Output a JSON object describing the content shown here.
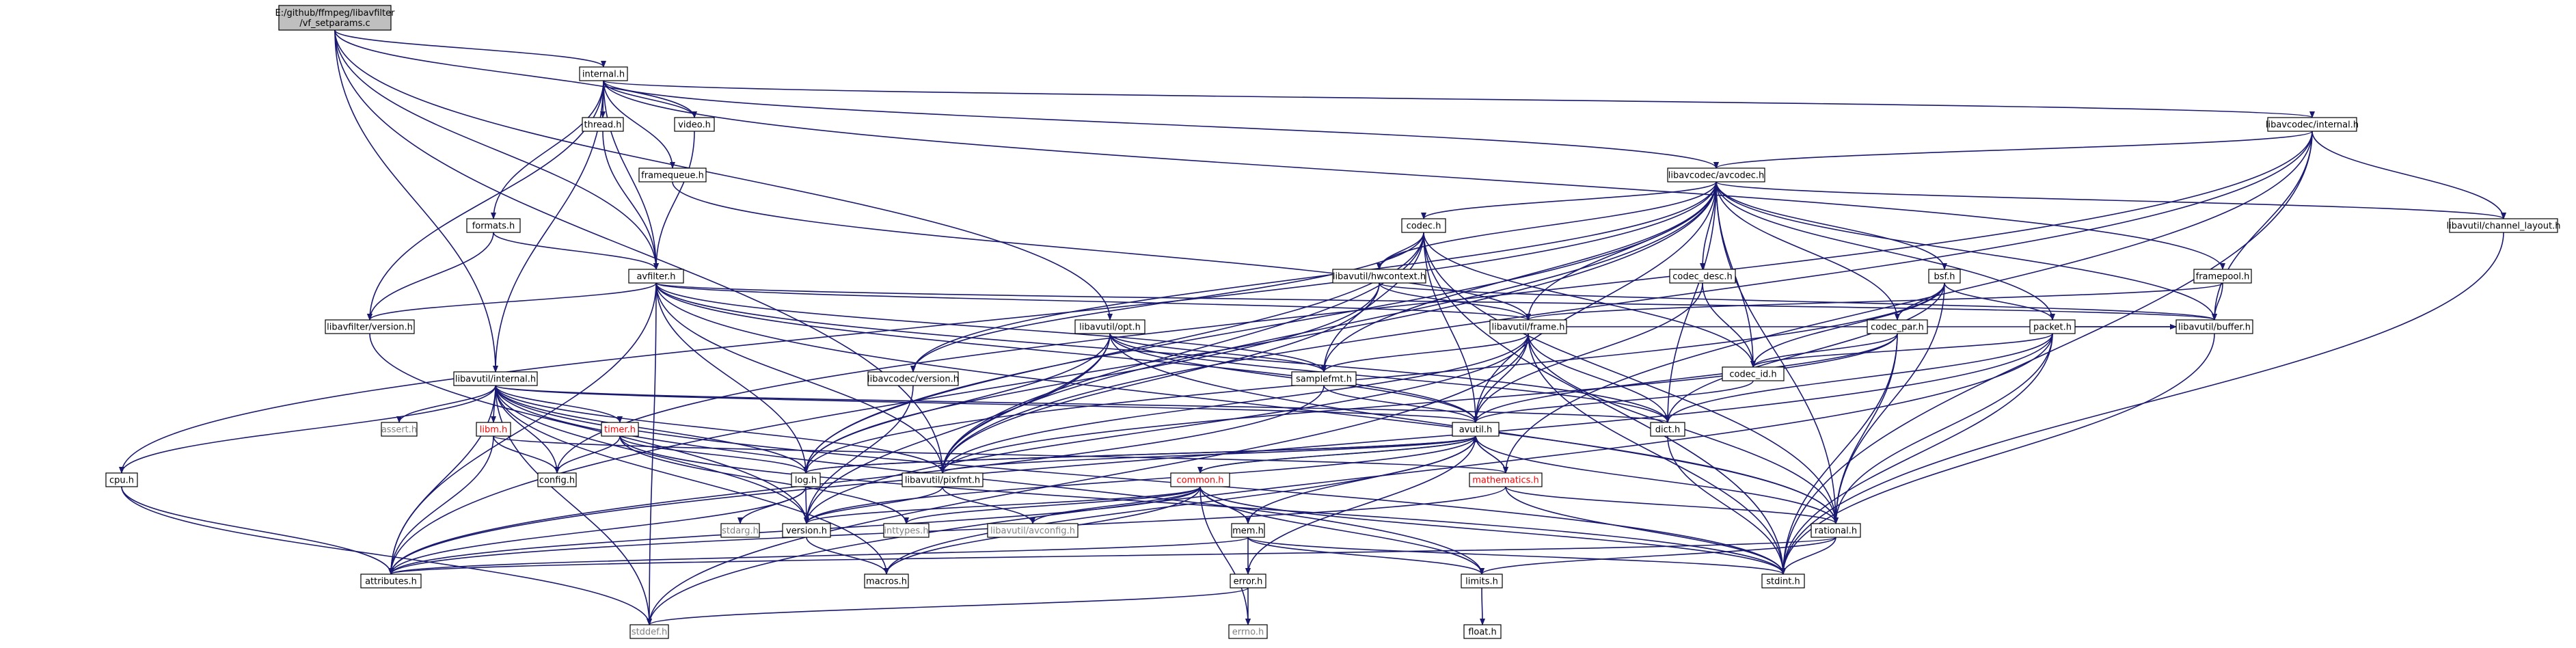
{
  "graph": {
    "colors": {
      "background": "#ffffff",
      "edge": "#191970",
      "edge_alt": "#006400",
      "root_fill": "#bfbfbf",
      "node_fill": "#ffffff",
      "node_text": "#000000",
      "node_border": "#000000",
      "red_text": "#ff0000",
      "grey_text": "#808080",
      "grey_border": "#bfbfbf"
    },
    "root": {
      "line1": "E:/github/ffmpeg/libavfilter",
      "line2": "/vf_setparams.c"
    },
    "nodes": [
      {
        "id": "internal_h",
        "label": "internal.h",
        "style": "normal"
      },
      {
        "id": "video_h",
        "label": "video.h",
        "style": "normal"
      },
      {
        "id": "thread_h",
        "label": "thread.h",
        "style": "normal"
      },
      {
        "id": "framequeue_h",
        "label": "framequeue.h",
        "style": "normal"
      },
      {
        "id": "formats_h",
        "label": "formats.h",
        "style": "normal"
      },
      {
        "id": "avfilter_h",
        "label": "avfilter.h",
        "style": "normal"
      },
      {
        "id": "lavfi_version_h",
        "label": "libavfilter/version.h",
        "style": "normal"
      },
      {
        "id": "lavc_internal_h",
        "label": "libavcodec/internal.h",
        "style": "normal"
      },
      {
        "id": "avcodec_h",
        "label": "libavcodec/avcodec.h",
        "style": "normal"
      },
      {
        "id": "codec_h",
        "label": "codec.h",
        "style": "normal"
      },
      {
        "id": "hwcontext_h",
        "label": "libavutil/hwcontext.h",
        "style": "normal"
      },
      {
        "id": "frame_h",
        "label": "libavutil/frame.h",
        "style": "normal"
      },
      {
        "id": "codec_desc_h",
        "label": "codec_desc.h",
        "style": "normal"
      },
      {
        "id": "bsf_h",
        "label": "bsf.h",
        "style": "normal"
      },
      {
        "id": "codec_par_h",
        "label": "codec_par.h",
        "style": "normal"
      },
      {
        "id": "packet_h",
        "label": "packet.h",
        "style": "normal"
      },
      {
        "id": "framepool_h",
        "label": "framepool.h",
        "style": "normal"
      },
      {
        "id": "chlayout_h",
        "label": "libavutil/channel_layout.h",
        "style": "normal"
      },
      {
        "id": "buffer_h",
        "label": "libavutil/buffer.h",
        "style": "normal"
      },
      {
        "id": "codec_id_h",
        "label": "codec_id.h",
        "style": "normal"
      },
      {
        "id": "opt_h",
        "label": "libavutil/opt.h",
        "style": "normal"
      },
      {
        "id": "lavc_version_h",
        "label": "libavcodec/version.h",
        "style": "normal"
      },
      {
        "id": "samplefmt_h",
        "label": "samplefmt.h",
        "style": "normal"
      },
      {
        "id": "lavu_internal_h",
        "label": "libavutil/internal.h",
        "style": "normal"
      },
      {
        "id": "assert_h",
        "label": "assert.h",
        "style": "grey"
      },
      {
        "id": "libm_h",
        "label": "libm.h",
        "style": "red"
      },
      {
        "id": "timer_h",
        "label": "timer.h",
        "style": "red"
      },
      {
        "id": "config_h",
        "label": "config.h",
        "style": "normal"
      },
      {
        "id": "cpu_h",
        "label": "cpu.h",
        "style": "normal"
      },
      {
        "id": "avutil_h",
        "label": "avutil.h",
        "style": "normal"
      },
      {
        "id": "dict_h",
        "label": "dict.h",
        "style": "normal"
      },
      {
        "id": "log_h",
        "label": "log.h",
        "style": "normal"
      },
      {
        "id": "pixfmt_h",
        "label": "libavutil/pixfmt.h",
        "style": "normal"
      },
      {
        "id": "common_h",
        "label": "common.h",
        "style": "red"
      },
      {
        "id": "mathematics_h",
        "label": "mathematics.h",
        "style": "red"
      },
      {
        "id": "stdarg_h",
        "label": "stdarg.h",
        "style": "grey"
      },
      {
        "id": "version_h",
        "label": "version.h",
        "style": "normal"
      },
      {
        "id": "inttypes_h",
        "label": "inttypes.h",
        "style": "grey"
      },
      {
        "id": "avconfig_h",
        "label": "libavutil/avconfig.h",
        "style": "grey"
      },
      {
        "id": "mem_h",
        "label": "mem.h",
        "style": "normal"
      },
      {
        "id": "rational_h",
        "label": "rational.h",
        "style": "normal"
      },
      {
        "id": "attributes_h",
        "label": "attributes.h",
        "style": "normal"
      },
      {
        "id": "macros_h",
        "label": "macros.h",
        "style": "normal"
      },
      {
        "id": "error_h",
        "label": "error.h",
        "style": "normal"
      },
      {
        "id": "limits_h",
        "label": "limits.h",
        "style": "normal"
      },
      {
        "id": "stdint_h",
        "label": "stdint.h",
        "style": "normal"
      },
      {
        "id": "stddef_h",
        "label": "stddef.h",
        "style": "grey"
      },
      {
        "id": "errno_h",
        "label": "errno.h",
        "style": "grey"
      },
      {
        "id": "float_h",
        "label": "float.h",
        "style": "normal"
      }
    ],
    "edges": [
      [
        "root",
        "internal_h"
      ],
      [
        "root",
        "video_h"
      ],
      [
        "root",
        "avfilter_h"
      ],
      [
        "root",
        "lavu_internal_h"
      ],
      [
        "root",
        "opt_h"
      ],
      [
        "root",
        "pixfmt_h"
      ],
      [
        "internal_h",
        "video_h"
      ],
      [
        "internal_h",
        "thread_h"
      ],
      [
        "internal_h",
        "framequeue_h"
      ],
      [
        "internal_h",
        "formats_h"
      ],
      [
        "internal_h",
        "avfilter_h"
      ],
      [
        "internal_h",
        "lavfi_version_h"
      ],
      [
        "internal_h",
        "lavc_internal_h"
      ],
      [
        "internal_h",
        "avcodec_h"
      ],
      [
        "internal_h",
        "framepool_h"
      ],
      [
        "internal_h",
        "lavu_internal_h"
      ],
      [
        "video_h",
        "avfilter_h"
      ],
      [
        "thread_h",
        "avfilter_h"
      ],
      [
        "framequeue_h",
        "frame_h"
      ],
      [
        "formats_h",
        "avfilter_h"
      ],
      [
        "formats_h",
        "lavfi_version_h"
      ],
      [
        "avfilter_h",
        "lavfi_version_h"
      ],
      [
        "avfilter_h",
        "attributes_h"
      ],
      [
        "avfilter_h",
        "avutil_h"
      ],
      [
        "avfilter_h",
        "buffer_h"
      ],
      [
        "avfilter_h",
        "dict_h"
      ],
      [
        "avfilter_h",
        "frame_h"
      ],
      [
        "avfilter_h",
        "log_h"
      ],
      [
        "avfilter_h",
        "samplefmt_h"
      ],
      [
        "avfilter_h",
        "pixfmt_h"
      ],
      [
        "avfilter_h",
        "rational_h"
      ],
      [
        "avfilter_h",
        "stddef_h"
      ],
      [
        "lavfi_version_h",
        "version_h"
      ],
      [
        "lavc_internal_h",
        "avcodec_h"
      ],
      [
        "lavc_internal_h",
        "buffer_h"
      ],
      [
        "lavc_internal_h",
        "chlayout_h"
      ],
      [
        "lavc_internal_h",
        "mathematics_h"
      ],
      [
        "lavc_internal_h",
        "pixfmt_h"
      ],
      [
        "lavc_internal_h",
        "config_h"
      ],
      [
        "lavc_internal_h",
        "stdint_h"
      ],
      [
        "avcodec_h",
        "codec_h"
      ],
      [
        "avcodec_h",
        "hwcontext_h"
      ],
      [
        "avcodec_h",
        "frame_h"
      ],
      [
        "avcodec_h",
        "codec_desc_h"
      ],
      [
        "avcodec_h",
        "bsf_h"
      ],
      [
        "avcodec_h",
        "codec_par_h"
      ],
      [
        "avcodec_h",
        "packet_h"
      ],
      [
        "avcodec_h",
        "chlayout_h"
      ],
      [
        "avcodec_h",
        "buffer_h"
      ],
      [
        "avcodec_h",
        "codec_id_h"
      ],
      [
        "avcodec_h",
        "lavc_version_h"
      ],
      [
        "avcodec_h",
        "samplefmt_h"
      ],
      [
        "avcodec_h",
        "attributes_h"
      ],
      [
        "avcodec_h",
        "avutil_h"
      ],
      [
        "avcodec_h",
        "dict_h"
      ],
      [
        "avcodec_h",
        "log_h"
      ],
      [
        "avcodec_h",
        "pixfmt_h"
      ],
      [
        "avcodec_h",
        "rational_h"
      ],
      [
        "avcodec_h",
        "cpu_h"
      ],
      [
        "codec_h",
        "hwcontext_h"
      ],
      [
        "codec_h",
        "codec_id_h"
      ],
      [
        "codec_h",
        "lavc_version_h"
      ],
      [
        "codec_h",
        "samplefmt_h"
      ],
      [
        "codec_h",
        "avutil_h"
      ],
      [
        "codec_h",
        "log_h"
      ],
      [
        "codec_h",
        "pixfmt_h"
      ],
      [
        "codec_h",
        "rational_h"
      ],
      [
        "codec_h",
        "stdint_h"
      ],
      [
        "hwcontext_h",
        "frame_h"
      ],
      [
        "hwcontext_h",
        "buffer_h"
      ],
      [
        "hwcontext_h",
        "log_h"
      ],
      [
        "hwcontext_h",
        "pixfmt_h"
      ],
      [
        "frame_h",
        "avutil_h"
      ],
      [
        "frame_h",
        "buffer_h"
      ],
      [
        "frame_h",
        "dict_h"
      ],
      [
        "frame_h",
        "rational_h"
      ],
      [
        "frame_h",
        "samplefmt_h"
      ],
      [
        "frame_h",
        "pixfmt_h"
      ],
      [
        "frame_h",
        "version_h"
      ],
      [
        "frame_h",
        "stddef_h"
      ],
      [
        "frame_h",
        "stdint_h"
      ],
      [
        "codec_desc_h",
        "avutil_h"
      ],
      [
        "codec_desc_h",
        "codec_id_h"
      ],
      [
        "bsf_h",
        "codec_id_h"
      ],
      [
        "bsf_h",
        "codec_par_h"
      ],
      [
        "bsf_h",
        "packet_h"
      ],
      [
        "bsf_h",
        "dict_h"
      ],
      [
        "bsf_h",
        "log_h"
      ],
      [
        "bsf_h",
        "rational_h"
      ],
      [
        "codec_par_h",
        "avutil_h"
      ],
      [
        "codec_par_h",
        "rational_h"
      ],
      [
        "codec_par_h",
        "pixfmt_h"
      ],
      [
        "codec_par_h",
        "codec_id_h"
      ],
      [
        "codec_par_h",
        "stdint_h"
      ],
      [
        "packet_h",
        "attributes_h"
      ],
      [
        "packet_h",
        "buffer_h"
      ],
      [
        "packet_h",
        "dict_h"
      ],
      [
        "packet_h",
        "rational_h"
      ],
      [
        "packet_h",
        "codec_id_h"
      ],
      [
        "packet_h",
        "stddef_h"
      ],
      [
        "packet_h",
        "stdint_h"
      ],
      [
        "framepool_h",
        "buffer_h"
      ],
      [
        "framepool_h",
        "frame_h"
      ],
      [
        "chlayout_h",
        "stdint_h"
      ],
      [
        "buffer_h",
        "stdint_h"
      ],
      [
        "codec_id_h",
        "avutil_h"
      ],
      [
        "opt_h",
        "rational_h"
      ],
      [
        "opt_h",
        "avutil_h"
      ],
      [
        "opt_h",
        "dict_h"
      ],
      [
        "opt_h",
        "log_h"
      ],
      [
        "opt_h",
        "pixfmt_h"
      ],
      [
        "opt_h",
        "samplefmt_h"
      ],
      [
        "opt_h",
        "version_h"
      ],
      [
        "lavc_version_h",
        "version_h"
      ],
      [
        "samplefmt_h",
        "avutil_h"
      ],
      [
        "samplefmt_h",
        "attributes_h"
      ],
      [
        "lavu_internal_h",
        "assert_h"
      ],
      [
        "lavu_internal_h",
        "libm_h"
      ],
      [
        "lavu_internal_h",
        "timer_h"
      ],
      [
        "lavu_internal_h",
        "config_h"
      ],
      [
        "lavu_internal_h",
        "cpu_h"
      ],
      [
        "lavu_internal_h",
        "avutil_h"
      ],
      [
        "lavu_internal_h",
        "dict_h"
      ],
      [
        "lavu_internal_h",
        "log_h"
      ],
      [
        "lavu_internal_h",
        "pixfmt_h"
      ],
      [
        "lavu_internal_h",
        "attributes_h"
      ],
      [
        "lavu_internal_h",
        "macros_h"
      ],
      [
        "lavu_internal_h",
        "version_h"
      ],
      [
        "lavu_internal_h",
        "stddef_h"
      ],
      [
        "lavu_internal_h",
        "stdint_h"
      ],
      [
        "lavu_internal_h",
        "limits_h"
      ],
      [
        "libm_h",
        "config_h"
      ],
      [
        "libm_h",
        "attributes_h"
      ],
      [
        "libm_h",
        "mathematics_h"
      ],
      [
        "timer_h",
        "config_h"
      ],
      [
        "timer_h",
        "log_h"
      ],
      [
        "timer_h",
        "stdint_h"
      ],
      [
        "timer_h",
        "inttypes_h"
      ],
      [
        "cpu_h",
        "attributes_h"
      ],
      [
        "cpu_h",
        "stddef_h"
      ],
      [
        "avutil_h",
        "common_h"
      ],
      [
        "avutil_h",
        "error_h"
      ],
      [
        "avutil_h",
        "rational_h"
      ],
      [
        "avutil_h",
        "version_h"
      ],
      [
        "avutil_h",
        "macros_h"
      ],
      [
        "avutil_h",
        "mathematics_h"
      ],
      [
        "avutil_h",
        "log_h"
      ],
      [
        "avutil_h",
        "pixfmt_h"
      ],
      [
        "dict_h",
        "stdint_h"
      ],
      [
        "log_h",
        "stdarg_h"
      ],
      [
        "log_h",
        "avutil_h"
      ],
      [
        "log_h",
        "attributes_h"
      ],
      [
        "log_h",
        "version_h"
      ],
      [
        "pixfmt_h",
        "version_h"
      ],
      [
        "pixfmt_h",
        "avconfig_h"
      ],
      [
        "common_h",
        "attributes_h"
      ],
      [
        "common_h",
        "macros_h"
      ],
      [
        "common_h",
        "version_h"
      ],
      [
        "common_h",
        "avconfig_h"
      ],
      [
        "common_h",
        "mem_h"
      ],
      [
        "common_h",
        "inttypes_h"
      ],
      [
        "common_h",
        "limits_h"
      ],
      [
        "common_h",
        "stdint_h"
      ],
      [
        "common_h",
        "errno_h"
      ],
      [
        "common_h",
        "avutil_h"
      ],
      [
        "mathematics_h",
        "rational_h"
      ],
      [
        "mathematics_h",
        "attributes_h"
      ],
      [
        "mathematics_h",
        "stdint_h"
      ],
      [
        "mathematics_h",
        "avutil_h"
      ],
      [
        "version_h",
        "macros_h"
      ],
      [
        "mem_h",
        "attributes_h"
      ],
      [
        "mem_h",
        "error_h"
      ],
      [
        "mem_h",
        "avutil_h"
      ],
      [
        "mem_h",
        "limits_h"
      ],
      [
        "mem_h",
        "stdint_h"
      ],
      [
        "rational_h",
        "attributes_h"
      ],
      [
        "rational_h",
        "limits_h"
      ],
      [
        "rational_h",
        "stdint_h"
      ],
      [
        "error_h",
        "errno_h"
      ],
      [
        "error_h",
        "stddef_h"
      ],
      [
        "limits_h",
        "float_h"
      ]
    ]
  }
}
